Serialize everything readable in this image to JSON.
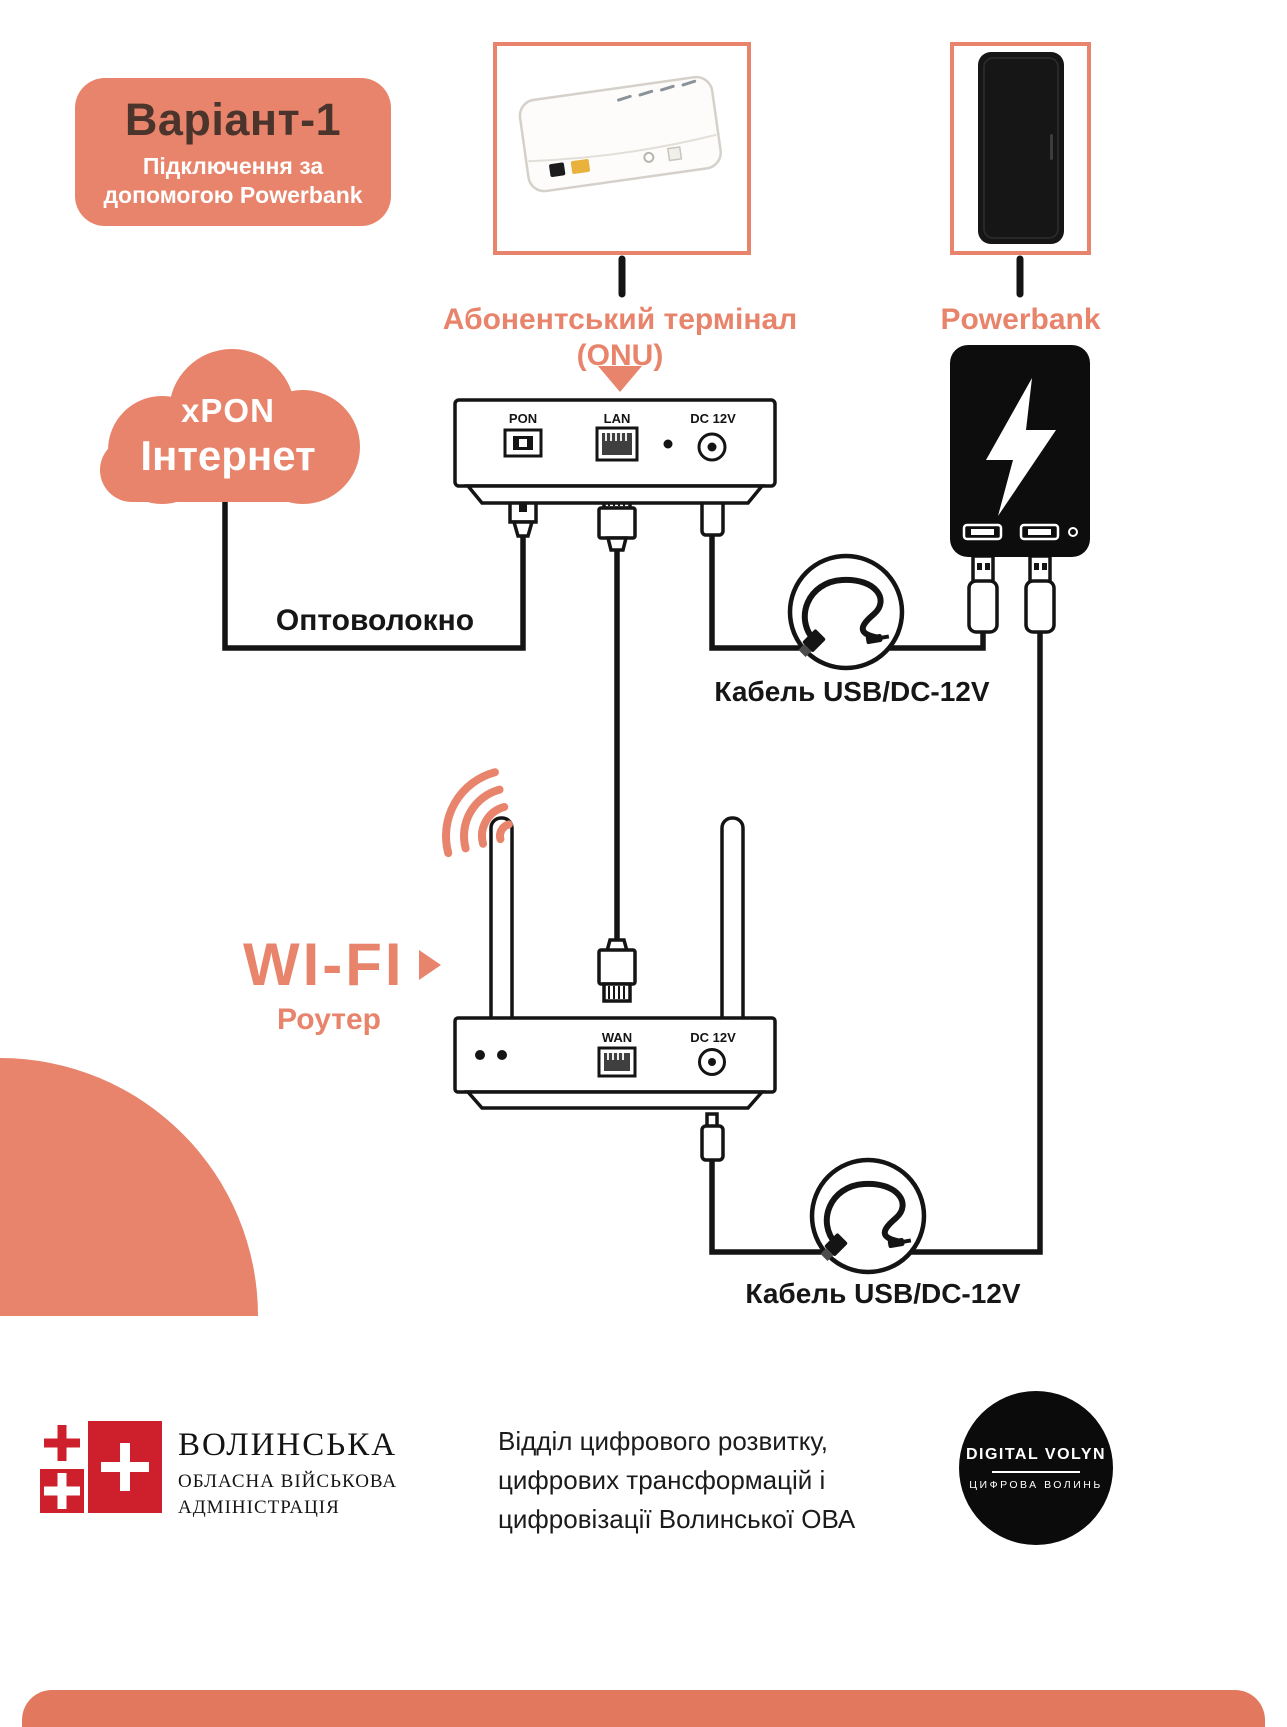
{
  "colors": {
    "accent": "#E8846B",
    "bottom_bar": "#E2795E",
    "ink": "#141414",
    "logo_red": "#CE202C"
  },
  "header": {
    "variant_title": "Варіант-1",
    "variant_subtitle_line1": "Підключення за",
    "variant_subtitle_line2": "допомогою Powerbank"
  },
  "diagram": {
    "onu_caption_line1": "Абонентський термінал",
    "onu_caption_line2": "(ONU)",
    "powerbank_caption": "Powerbank",
    "cloud_line1": "xPON",
    "cloud_line2": "Інтернет",
    "fiber_label": "Оптоволокно",
    "usb_cable_label_top": "Кабель USB/DC-12V",
    "usb_cable_label_bottom": "Кабель USB/DC-12V",
    "wifi_label": "WI-FI",
    "router_label": "Роутер",
    "onu_ports": {
      "pon": "PON",
      "lan": "LAN",
      "dc": "DC 12V"
    },
    "router_ports": {
      "wan": "WAN",
      "dc": "DC 12V"
    }
  },
  "footer": {
    "org_line1": "ВОЛИНСЬКА",
    "org_line2": "ОБЛАСНА ВІЙСЬКОВА",
    "org_line3": "АДМІНІСТРАЦІЯ",
    "dept_line1": "Відділ цифрового розвитку,",
    "dept_line2": "цифрових трансформацій і",
    "dept_line3": "цифровізації Волинської ОВА",
    "badge_title": "DIGITAL VOLYN",
    "badge_subtitle": "ЦИФРОВА ВОЛИНЬ"
  }
}
